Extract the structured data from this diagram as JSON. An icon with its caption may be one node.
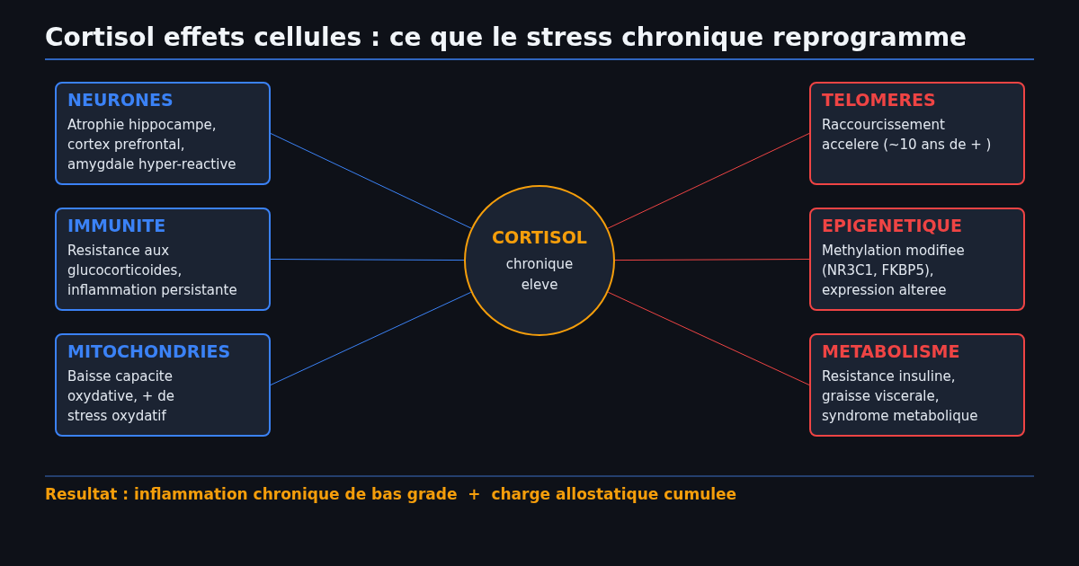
{
  "diagram": {
    "title": "Cortisol effets cellules : ce que le stress chronique reprogramme",
    "nodes": [
      {
        "text": [
          "NEURONES",
          "Atrophie hippocampe, cortex prefrontal, amygdale hyper-reactive"
        ]
      },
      {
        "text": [
          "IMMUNITE",
          "Resistance aux glucocorticoides, inflammation persistante"
        ]
      },
      {
        "text": [
          "MITOCHONDRIES",
          "Baisse capacite oxydative, + de stress oxydatif"
        ]
      },
      {
        "text": [
          "CORTISOL",
          "chronique eleve"
        ]
      },
      {
        "text": [
          "TELOMERES",
          "Raccourcissement accelere (~10 ans de + )"
        ]
      },
      {
        "text": [
          "EPIGENETIQUE",
          "Methylation modifiee (NR3C1, FKBP5), expression alteree"
        ]
      },
      {
        "text": [
          "METABOLISME",
          "Resistance insuline, graisse viscerale, syndrome metabolique"
        ]
      }
    ],
    "edges": [
      {
        "from": 3,
        "to": 0,
        "arrow": "none"
      },
      {
        "from": 3,
        "to": 1,
        "arrow": "none"
      },
      {
        "from": 3,
        "to": 2,
        "arrow": "none"
      },
      {
        "from": 3,
        "to": 4,
        "arrow": "none",
        "color": "#ef4444"
      },
      {
        "from": 3,
        "to": 5,
        "arrow": "none",
        "color": "#ef4444"
      },
      {
        "from": 3,
        "to": 6,
        "arrow": "none",
        "color": "#ef4444"
      }
    ],
    "labels": [
      "Resultat : inflammation chronique de bas grade  +  charge allostatique cumulee"
    ]
  }
}
